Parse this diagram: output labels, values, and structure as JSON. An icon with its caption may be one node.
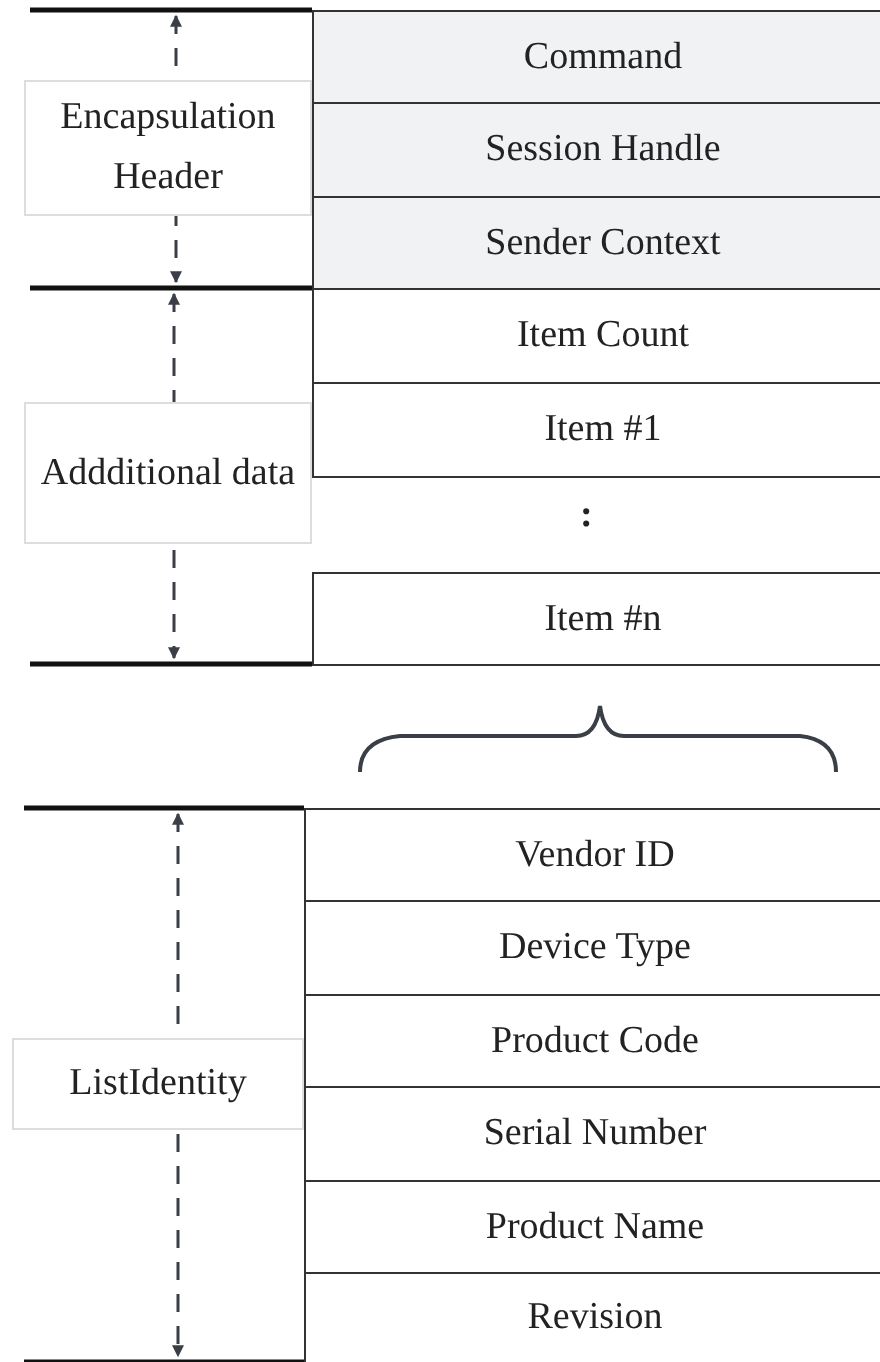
{
  "diagram": {
    "nodes": [
      {
        "text": [
          "Encapsulation Header"
        ]
      },
      {
        "text": [
          "Command"
        ]
      },
      {
        "text": [
          "Session Handle"
        ]
      },
      {
        "text": [
          "Sender Context"
        ]
      },
      {
        "text": [
          "Addditional data"
        ]
      },
      {
        "text": [
          "Item Count"
        ]
      },
      {
        "text": [
          "Item #1"
        ]
      },
      {
        "text": [
          "Item #n"
        ]
      },
      {
        "text": [
          "ListIdentity"
        ]
      },
      {
        "text": [
          "Vendor ID"
        ]
      },
      {
        "text": [
          "Device Type"
        ]
      },
      {
        "text": [
          "Product Code"
        ]
      },
      {
        "text": [
          "Serial Number"
        ]
      },
      {
        "text": [
          "Product Name"
        ]
      },
      {
        "text": [
          "Revision"
        ]
      }
    ],
    "labels": [
      ":"
    ]
  }
}
